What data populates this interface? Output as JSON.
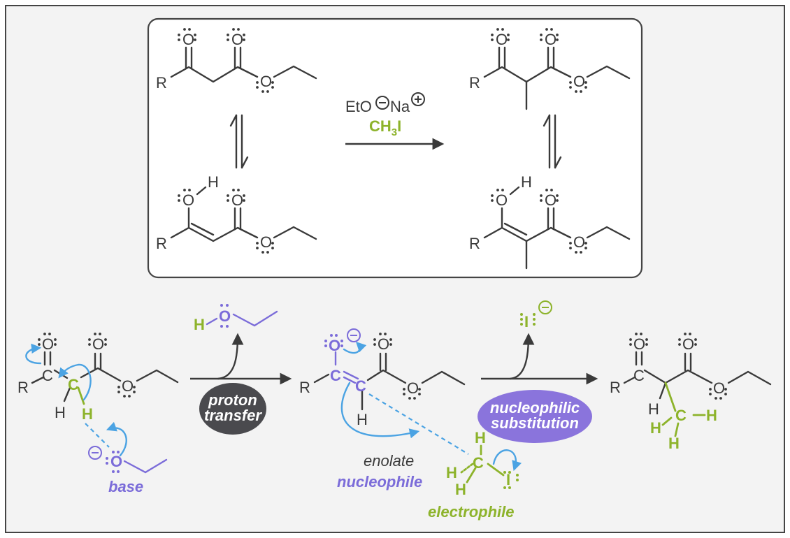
{
  "colors": {
    "background": "#f3f3f3",
    "ink": "#3a3a3a",
    "nucleophile_purple": "#7b6cd9",
    "electrophile_green": "#8db32b",
    "arrow_blue": "#4ba3e3",
    "oval_dark": "#4a4a4e"
  },
  "overview": {
    "reagent_base_prefix": "EtO",
    "reagent_base_suffix": "Na",
    "reagent_alkyl_halide_main": "CH",
    "reagent_alkyl_halide_sub": "3",
    "reagent_alkyl_halide_end": "I",
    "atom_R": "R",
    "atom_O": "O",
    "atom_H": "H"
  },
  "mechanism": {
    "atom_R": "R",
    "atom_O": "O",
    "atom_C": "C",
    "atom_H": "H",
    "atom_I": "I",
    "step1_label_line1": "proton",
    "step1_label_line2": "transfer",
    "step2_label_line1": "nucleophilic",
    "step2_label_line2": "substitution",
    "label_base": "base",
    "label_enolate": "enolate",
    "label_nucleophile": "nucleophile",
    "label_electrophile": "electrophile"
  }
}
